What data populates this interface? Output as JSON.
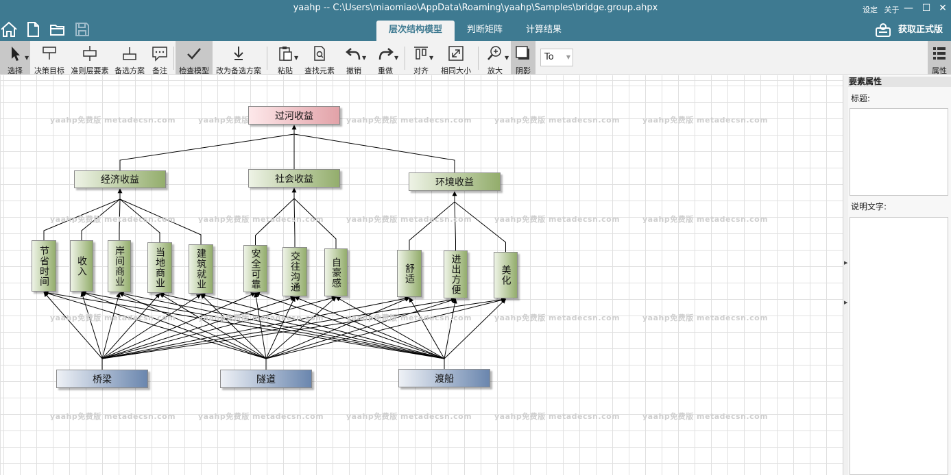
{
  "window": {
    "title": "yaahp -- C:\\Users\\miaomiao\\AppData\\Roaming\\yaahp\\Samples\\bridge.group.ahpx",
    "link_settings": "设定",
    "link_about": "关于",
    "minimize": "—",
    "maximize": "☐",
    "close": "✕"
  },
  "tabs": [
    {
      "label": "层次结构模型",
      "active": true
    },
    {
      "label": "判断矩阵",
      "active": false
    },
    {
      "label": "计算结果",
      "active": false
    }
  ],
  "get_pro_label": "获取正式版",
  "toolbar": {
    "select": "选择",
    "goal": "决策目标",
    "criteria": "准则层要素",
    "alternative": "备选方案",
    "note": "备注",
    "check": "检查模型",
    "to_alternative": "改为备选方案",
    "paste": "粘贴",
    "find": "查找元素",
    "undo": "撤销",
    "redo": "重做",
    "align": "对齐",
    "same_size": "相同大小",
    "zoom": "放大",
    "shadow": "阴影",
    "combo_value": "To",
    "properties": "属性"
  },
  "watermark": "yaahp免费版 metadecsn.com",
  "model": {
    "goal": "过河收益",
    "criteria": [
      "经济收益",
      "社会收益",
      "环境收益"
    ],
    "subcriteria": [
      {
        "label": "节省时间",
        "group": 0
      },
      {
        "label": "收入",
        "group": 0
      },
      {
        "label": "岸间商业",
        "group": 0
      },
      {
        "label": "当地商业",
        "group": 0
      },
      {
        "label": "建筑就业",
        "group": 0
      },
      {
        "label": "安全可靠",
        "group": 1
      },
      {
        "label": "交往沟通",
        "group": 1
      },
      {
        "label": "自豪感",
        "group": 1
      },
      {
        "label": "舒适",
        "group": 2
      },
      {
        "label": "进出方便",
        "group": 2
      },
      {
        "label": "美化",
        "group": 2
      }
    ],
    "alternatives": [
      "桥梁",
      "隧道",
      "渡船"
    ]
  },
  "properties": {
    "header": "要素属性",
    "title_label": "标题:",
    "desc_label": "说明文字:",
    "title_value": "",
    "desc_value": ""
  },
  "colors": {
    "titlebar": "#3e7a91",
    "goal_fill": "#e2a2a8",
    "criteria_fill": "#93ad6c",
    "alternative_fill": "#6a86ae"
  }
}
